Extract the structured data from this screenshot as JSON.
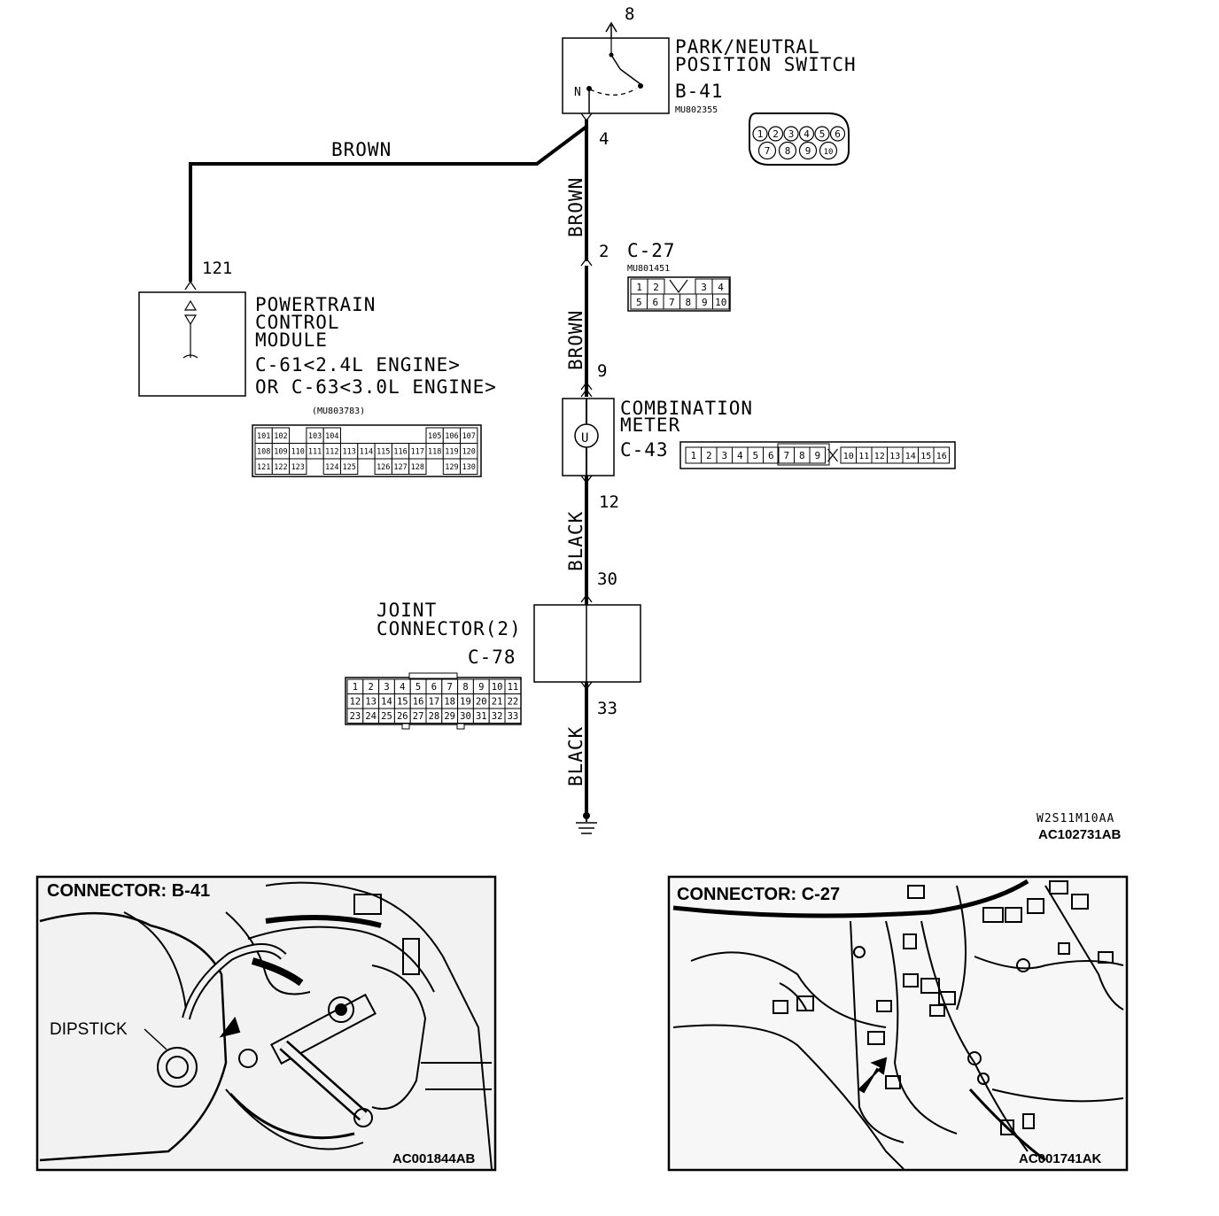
{
  "switch": {
    "name_line1": "PARK/NEUTRAL",
    "name_line2": "POSITION SWITCH",
    "id": "B-41",
    "part_no": "MU802355",
    "pin_top": "8",
    "pin_bottom": "4",
    "n_label": "N",
    "connector_pins": [
      "1",
      "2",
      "3",
      "4",
      "5",
      "6",
      "7",
      "8",
      "9",
      "10"
    ]
  },
  "pcm": {
    "name_line1": "POWERTRAIN",
    "name_line2": "CONTROL",
    "name_line3": "MODULE",
    "id_line1": "C-61<2.4L ENGINE>",
    "id_line2": "OR C-63<3.0L ENGINE>",
    "part_no": "(MU803783)",
    "pin": "121",
    "connector_rows": [
      [
        "101",
        "102",
        "",
        "103",
        "104",
        "",
        "",
        "",
        "",
        "",
        "105",
        "106",
        "107"
      ],
      [
        "108",
        "109",
        "110",
        "111",
        "112",
        "113",
        "114",
        "115",
        "116",
        "117",
        "118",
        "119",
        "120"
      ],
      [
        "121",
        "122",
        "123",
        "",
        "124",
        "125",
        "",
        "126",
        "127",
        "128",
        "",
        "129",
        "130"
      ]
    ]
  },
  "wires": {
    "brown_horizontal": "BROWN",
    "brown_upper": "BROWN",
    "brown_lower": "BROWN",
    "black_upper": "BLACK",
    "black_lower": "BLACK"
  },
  "c27": {
    "id": "C-27",
    "part_no": "MU801451",
    "pin_upper": "2",
    "pin_lower": "9",
    "rows": [
      [
        "1",
        "2",
        "",
        "3",
        "4"
      ],
      [
        "5",
        "6",
        "7",
        "8",
        "9",
        "10"
      ]
    ]
  },
  "meter": {
    "name_line1": "COMBINATION",
    "name_line2": "METER",
    "id": "C-43",
    "pin_bottom": "12",
    "pins": [
      "1",
      "2",
      "3",
      "4",
      "5",
      "6",
      "7",
      "8",
      "9",
      "",
      "10",
      "11",
      "12",
      "13",
      "14",
      "15",
      "16"
    ]
  },
  "joint": {
    "name_line1": "JOINT",
    "name_line2": "CONNECTOR(2)",
    "id": "C-78",
    "pin_top": "30",
    "pin_bottom": "33",
    "rows": [
      [
        "1",
        "2",
        "3",
        "4",
        "5",
        "6",
        "7",
        "8",
        "9",
        "10",
        "11"
      ],
      [
        "12",
        "13",
        "14",
        "15",
        "16",
        "17",
        "18",
        "19",
        "20",
        "21",
        "22"
      ],
      [
        "23",
        "24",
        "25",
        "26",
        "27",
        "28",
        "29",
        "30",
        "31",
        "32",
        "33"
      ]
    ]
  },
  "codes": {
    "diagram_code": "W2S11M10AA",
    "figure_code": "AC102731AB"
  },
  "photo_left": {
    "title": "CONNECTOR: B-41",
    "callout": "DIPSTICK",
    "code": "AC001844AB"
  },
  "photo_right": {
    "title": "CONNECTOR: C-27",
    "code": "AC001741AK"
  }
}
